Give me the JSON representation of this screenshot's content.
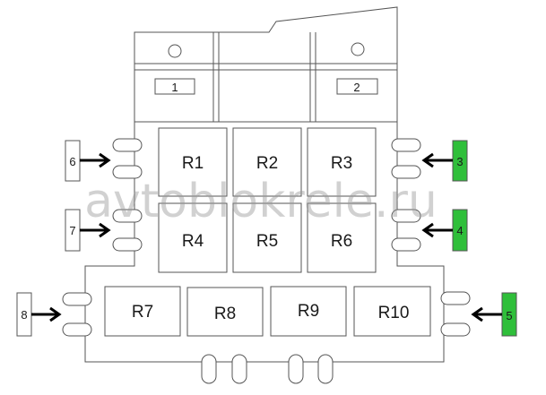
{
  "watermark": "avtoblokrele.ru",
  "fuses": [
    {
      "id": "fuse-1",
      "label": "1",
      "fill": "#ffffff"
    },
    {
      "id": "fuse-2",
      "label": "2",
      "fill": "#f39a4a"
    }
  ],
  "relays": [
    "R1",
    "R2",
    "R3",
    "R4",
    "R5",
    "R6",
    "R7",
    "R8",
    "R9",
    "R10"
  ],
  "connectors": [
    {
      "label": "6",
      "fill": "#ffffff"
    },
    {
      "label": "7",
      "fill": "#ffffff"
    },
    {
      "label": "8",
      "fill": "#ffffff"
    },
    {
      "label": "3",
      "fill": "#2fbf3a"
    },
    {
      "label": "4",
      "fill": "#2fbf3a"
    },
    {
      "label": "5",
      "fill": "#2fbf3a"
    }
  ]
}
